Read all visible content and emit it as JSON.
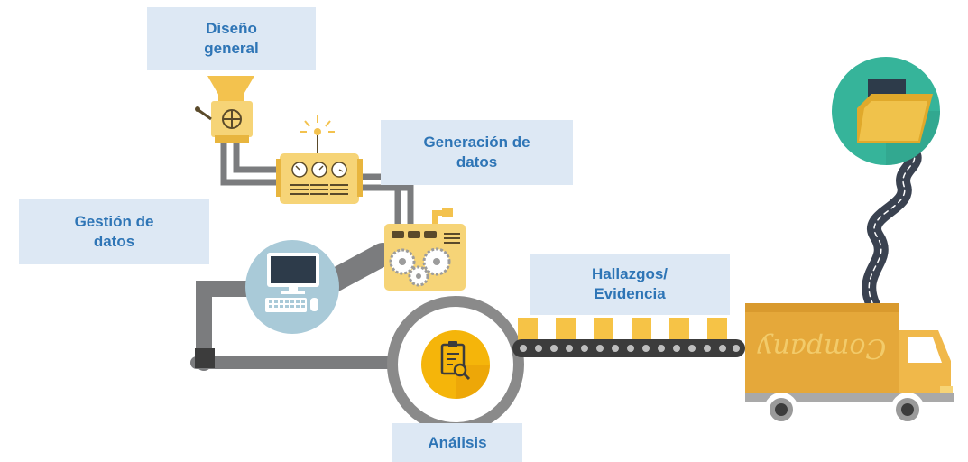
{
  "labels": {
    "diseno_general": [
      "Diseño",
      "general"
    ],
    "generacion_datos": [
      "Generación de",
      "datos"
    ],
    "gestion_datos": [
      "Gestión de",
      "datos"
    ],
    "hallazgos_evidencia": [
      "Hallazgos/",
      "Evidencia"
    ],
    "analisis": "Análisis"
  },
  "truck": {
    "brand_text": "Company"
  },
  "icons": {
    "hopper": "hopper-machine-icon",
    "gauge_machine": "gauge-panel-machine-icon",
    "gear_machine": "gear-machine-icon",
    "computer": "desktop-computer-icon",
    "magnifier": "magnifying-glass-icon",
    "report": "clipboard-search-icon",
    "folder": "folder-icon",
    "truck": "delivery-truck-icon",
    "conveyor": "conveyor-belt-icon"
  },
  "colors": {
    "label_bg": "#dde8f4",
    "label_text": "#2e75b6",
    "machine_yellow": "#f6d477",
    "pipe_gray": "#7b7c7e",
    "teal": "#36b49a",
    "truck_orange": "#e5a83a"
  }
}
